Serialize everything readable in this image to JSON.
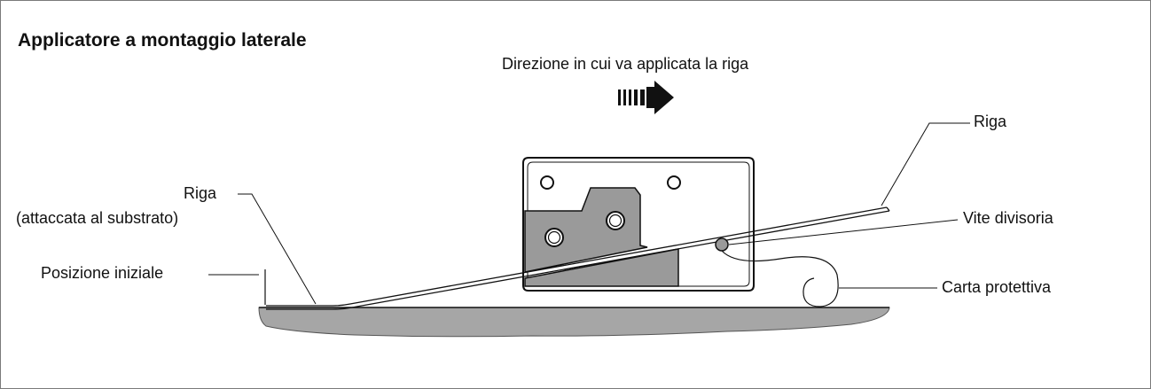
{
  "title": "Applicatore a montaggio laterale",
  "direction_label": "Direzione in cui va applicata la riga",
  "labels": {
    "riga_top": "Riga",
    "riga_left": "Riga",
    "riga_left_sub": "(attaccata al substrato)",
    "start_position": "Posizione iniziale",
    "divider_screw": "Vite divisoria",
    "backing_paper": "Carta protettiva"
  },
  "colors": {
    "substrate": "#a6a6a6",
    "block_fill": "#9a9a9a",
    "line": "#111111"
  }
}
